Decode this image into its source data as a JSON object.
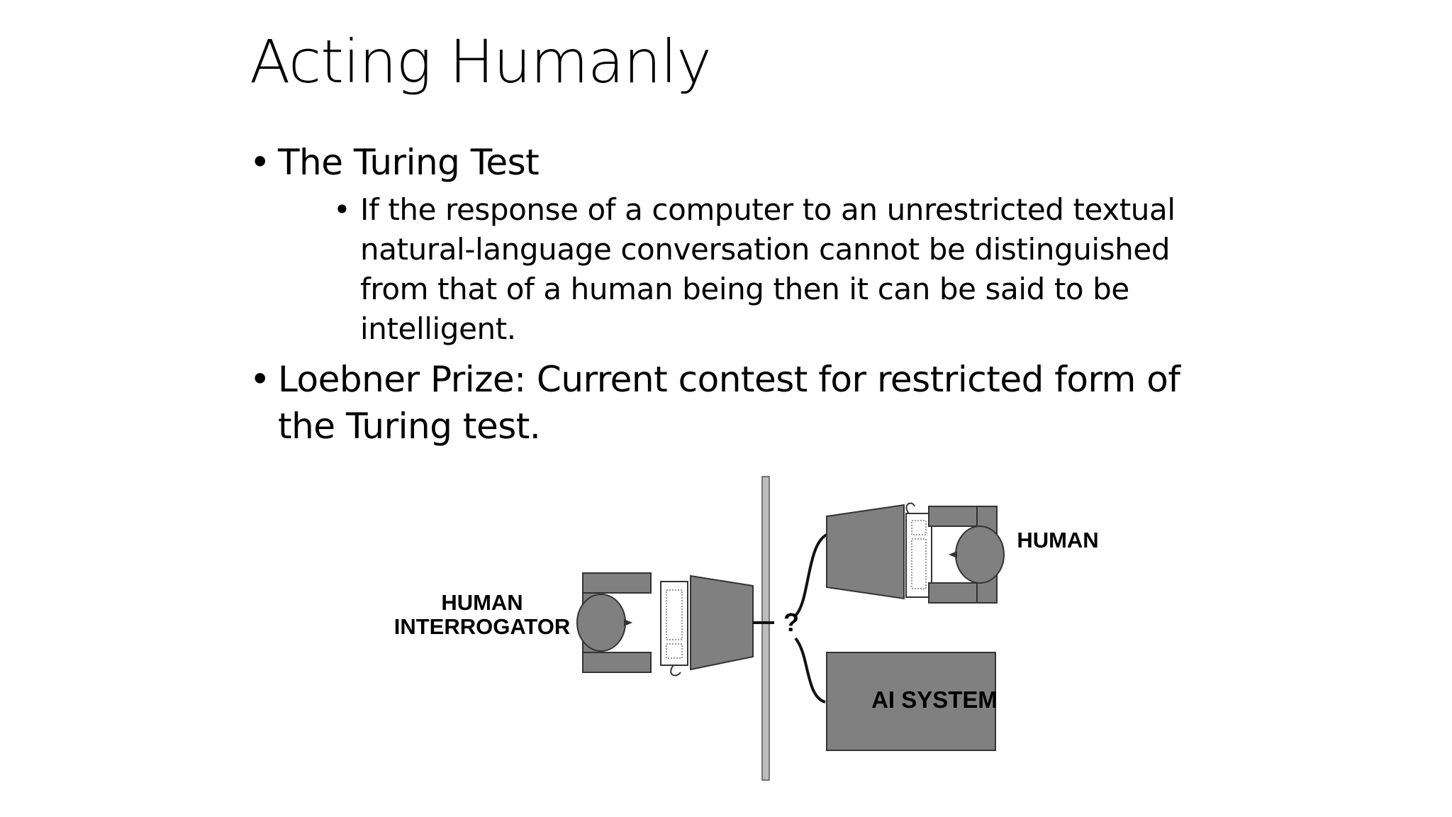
{
  "slide": {
    "title": "Acting Humanly",
    "bullets": [
      {
        "text": "The Turing Test",
        "sub": [
          "If the response of a computer to an unrestricted textual natural-language conversation cannot be distinguished from that of a human being then it can be said to be intelligent."
        ]
      },
      {
        "text": "Loebner Prize: Current contest for restricted form of the Turing test.",
        "sub": []
      }
    ]
  },
  "diagram": {
    "interrogator_label_line1": "HUMAN",
    "interrogator_label_line2": "INTERROGATOR",
    "human_label": "HUMAN",
    "ai_label": "AI SYSTEM",
    "question_mark": "?",
    "colors": {
      "fill": "#808080",
      "stroke": "#333333",
      "wall": "#bdbdbd"
    }
  }
}
